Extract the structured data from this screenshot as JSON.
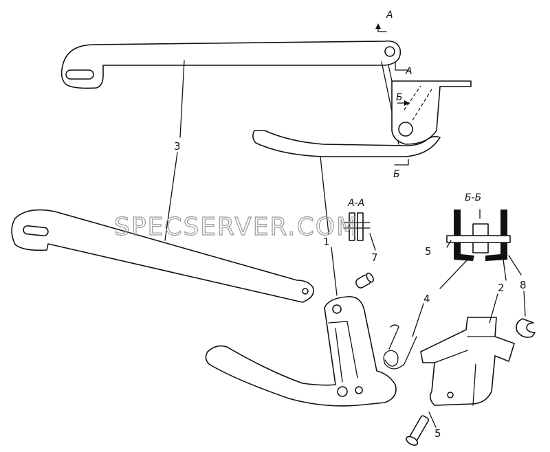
{
  "section_labels": {
    "aa_top": "А",
    "aa_side": "А",
    "bb_mid": "Б",
    "bb_bottom": "Б",
    "aa_view": "А-А",
    "bb_view": "Б-Б"
  },
  "callouts": {
    "c1": "1",
    "c2": "2",
    "c3": "3",
    "c4": "4",
    "c5_left": "5",
    "c5_bottom": "5",
    "c7": "7",
    "c8": "8"
  },
  "watermark": "SPECSERVER.COM"
}
